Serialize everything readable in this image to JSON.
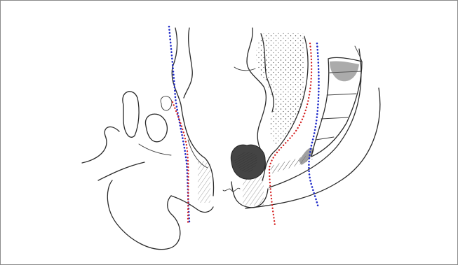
{
  "figure": {
    "background": "#ffffff",
    "border_color": "#8a8a8a",
    "ink_color": "#2a2a2a"
  },
  "margins": [
    {
      "name": "blue-dotted-line-anterior",
      "color": "#1f2bc9",
      "style": "dotted"
    },
    {
      "name": "red-dotted-line-anterior",
      "color": "#d42020",
      "style": "dotted"
    },
    {
      "name": "red-dotted-line-posterior",
      "color": "#d42020",
      "style": "dotted"
    },
    {
      "name": "blue-dotted-line-posterior",
      "color": "#1f2bc9",
      "style": "dotted"
    }
  ],
  "tumor": {
    "fill": "#444444"
  }
}
